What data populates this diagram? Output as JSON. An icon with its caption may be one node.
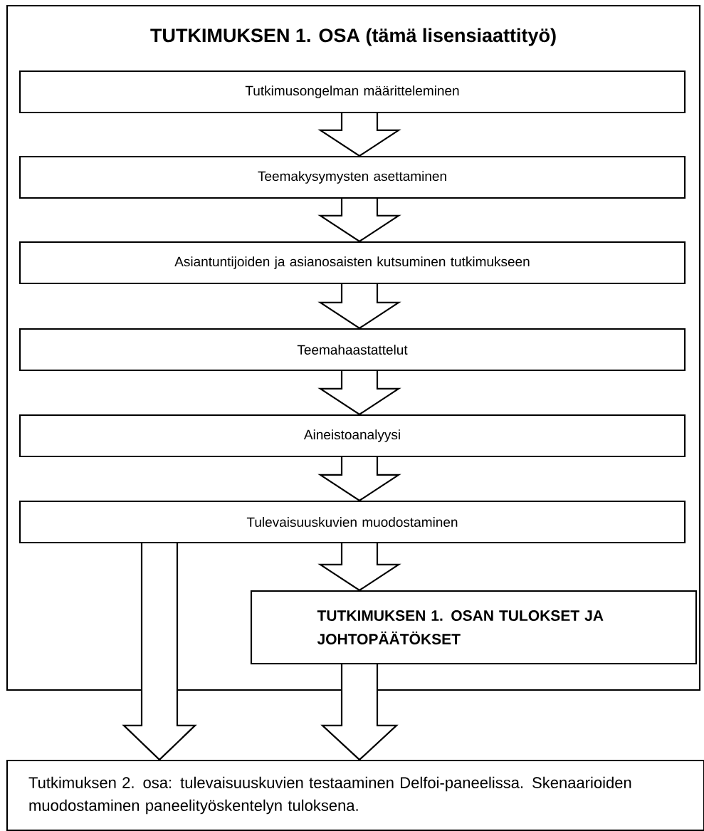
{
  "diagram": {
    "nodes": [
      {
        "text": [
          "TUTKIMUKSEN 1. OSA (tämä lisensiaattityö)"
        ]
      },
      {
        "text": [
          "Tutkimusongelman määritteleminen"
        ],
        "in": 0
      },
      {
        "text": [
          "Teemakysymysten asettaminen"
        ],
        "in": 0
      },
      {
        "text": [
          "Asiantuntijoiden ja asianosaisten kutsuminen tutkimukseen"
        ],
        "in": 0
      },
      {
        "text": [
          "Teemahaastattelut"
        ],
        "in": 0
      },
      {
        "text": [
          "Aineistoanalyysi"
        ],
        "in": 0
      },
      {
        "text": [
          "Tulevaisuuskuvien muodostaminen"
        ],
        "in": 0
      },
      {
        "text": [
          "TUTKIMUKSEN 1. OSAN TULOKSET JA JOHTOPÄÄTÖKSET"
        ],
        "in": 0
      },
      {
        "text": [
          "Tutkimuksen 2. osa: tulevaisuuskuvien testaaminen Delfoi-paneelissa. Skenaarioiden muodostaminen paneelityöskentelyn tuloksena."
        ]
      }
    ],
    "edges": [
      {
        "from": 1,
        "to": 2,
        "arrow": "to"
      },
      {
        "from": 2,
        "to": 3,
        "arrow": "to"
      },
      {
        "from": 3,
        "to": 4,
        "arrow": "to"
      },
      {
        "from": 4,
        "to": 5,
        "arrow": "to"
      },
      {
        "from": 5,
        "to": 6,
        "arrow": "to"
      },
      {
        "from": 6,
        "to": 7,
        "arrow": "to"
      },
      {
        "from": 6,
        "to": 8,
        "arrow": "to"
      },
      {
        "from": 7,
        "to": 8,
        "arrow": "to"
      }
    ]
  }
}
